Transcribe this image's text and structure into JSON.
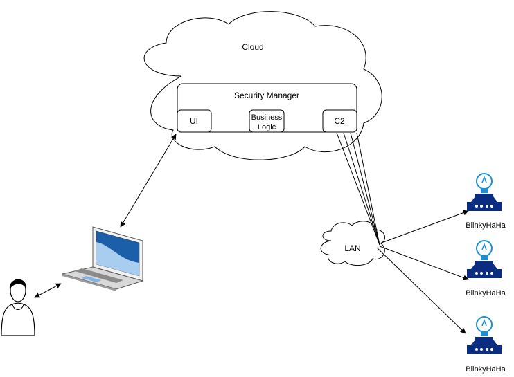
{
  "cloud": {
    "label": "Cloud"
  },
  "security_manager": {
    "title": "Security Manager",
    "ui_label": "UI",
    "business_logic_line1": "Business",
    "business_logic_line2": "Logic",
    "c2_label": "C2"
  },
  "lan": {
    "label": "LAN"
  },
  "devices": [
    {
      "label": "BlinkyHaHa"
    },
    {
      "label": "BlinkyHaHa"
    },
    {
      "label": "BlinkyHaHa"
    }
  ],
  "colors": {
    "device_blue": "#0a2d82",
    "bulb_blue": "#1b8fd6",
    "screen_blue": "#1a5fa8",
    "line": "#000000"
  }
}
